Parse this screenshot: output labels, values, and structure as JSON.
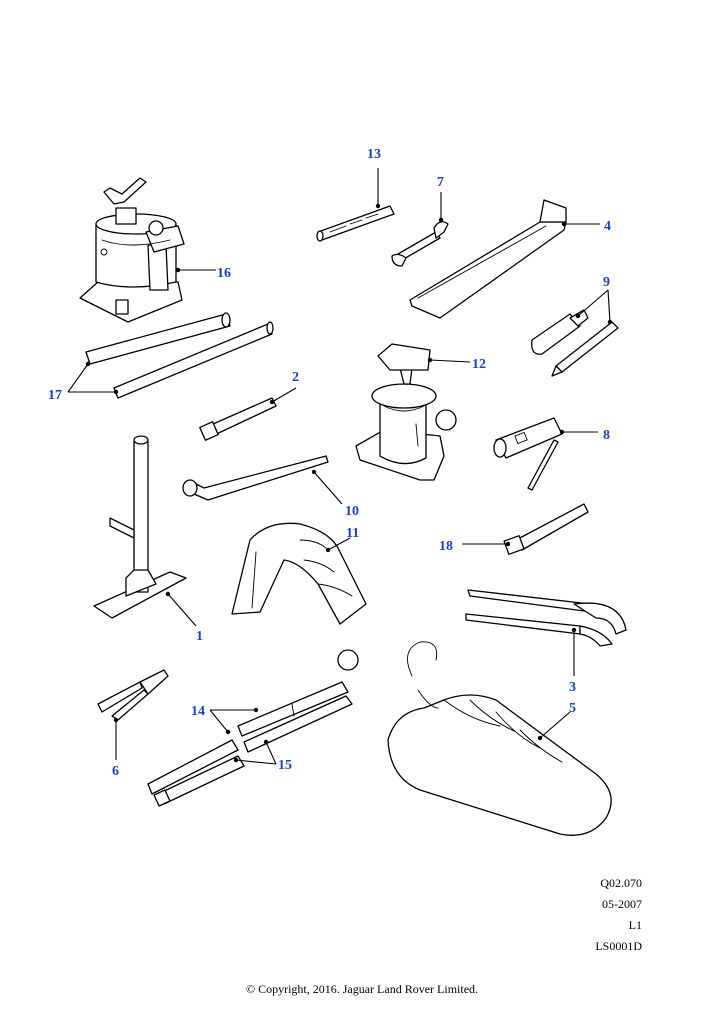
{
  "callouts": [
    "1",
    "2",
    "3",
    "4",
    "5",
    "6",
    "7",
    "8",
    "9",
    "10",
    "11",
    "12",
    "13",
    "14",
    "15",
    "16",
    "17",
    "18"
  ],
  "meta": {
    "ref": "Q02.070",
    "date": "05-2007",
    "level": "L1",
    "code": "LS0001D"
  },
  "copyright": "© Copyright, 2016. Jaguar Land Rover Limited."
}
